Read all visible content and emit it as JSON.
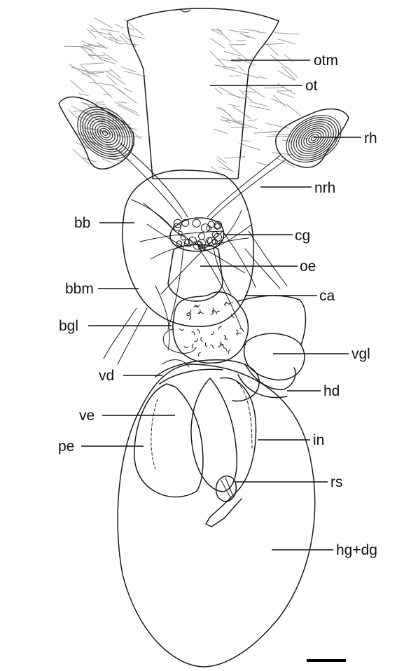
{
  "labels": {
    "otm": "otm",
    "ot": "ot",
    "rh": "rh",
    "nrh": "nrh",
    "bb": "bb",
    "cg": "cg",
    "oe": "oe",
    "bbm": "bbm",
    "ca": "ca",
    "bgl": "bgl",
    "vgl": "vgl",
    "vd": "vd",
    "hd": "hd",
    "ve": "ve",
    "pe": "pe",
    "in": "in",
    "rs": "rs",
    "hg_dg": "hg+dg"
  }
}
